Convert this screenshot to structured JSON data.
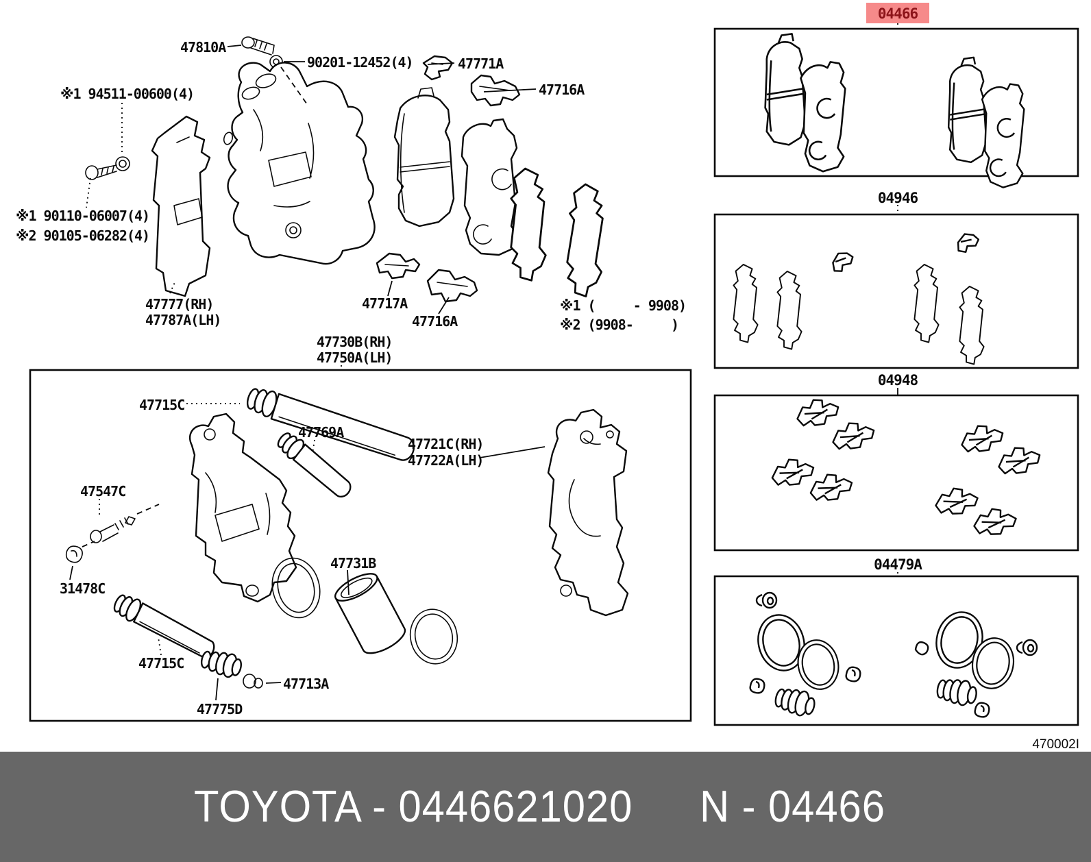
{
  "colors": {
    "line": "#0a0a0a",
    "highlight_bg": "#F68A8A",
    "highlight_text": "#8C1419",
    "footer_bg": "#676767",
    "footer_text": "#FFFFFF"
  },
  "footer": {
    "left": "TOYOTA - 0446621020",
    "right": "N - 04466"
  },
  "corner_code": "470002I",
  "kits": {
    "kit1": {
      "code": "04466",
      "highlighted": true
    },
    "kit2": {
      "code": "04946"
    },
    "kit3": {
      "code": "04948"
    },
    "kit4": {
      "code": "04479A"
    }
  },
  "labels": {
    "p47810a": "47810A",
    "p90201": "90201-12452(4)",
    "p47771a": "47771A",
    "p47716a_top": "47716A",
    "p94511": "※1 94511-00600(4)",
    "p90110": "※1 90110-06007(4)",
    "p90105": "※2 90105-06282(4)",
    "p47777": "47777(RH)",
    "p47787a": "47787A(LH)",
    "p47717a": "47717A",
    "p47716a_bottom": "47716A",
    "p47730b": "47730B(RH)",
    "p47750a": "47750A(LH)",
    "note1": "※1 (     - 9908)",
    "note2": "※2 (9908-     )",
    "p47715c_upper": "47715C",
    "p47769a": "47769A",
    "p47721c": "47721C(RH)",
    "p47722a": "47722A(LH)",
    "p47547c": "47547C",
    "p31478c": "31478C",
    "p47731b": "47731B",
    "p47715c_lower": "47715C",
    "p47775d": "47775D",
    "p47713a": "47713A"
  }
}
